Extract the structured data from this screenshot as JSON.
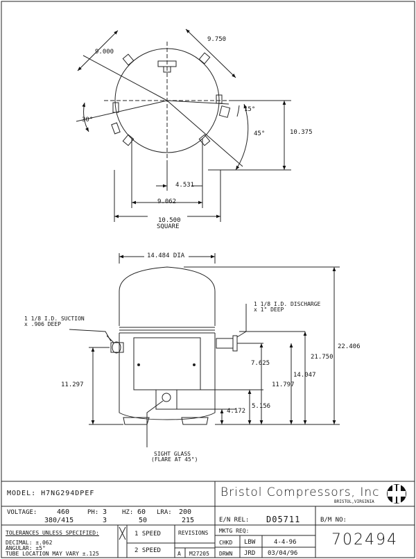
{
  "top_view": {
    "dims": {
      "d_9000": "9.000",
      "d_9750": "9.750",
      "d_15deg": "15°",
      "d_30deg": "30°",
      "d_45deg": "45°",
      "d_10375": "10.375",
      "d_4531": "4.531",
      "d_9062": "9.062",
      "d_10500": "10.500",
      "square": "SQUARE"
    }
  },
  "side_view": {
    "dims": {
      "dia": "14.484 DIA",
      "d_22406": "22.406",
      "d_21750": "21.750",
      "d_14047": "14.047",
      "d_11797": "11.797",
      "d_7625": "7.625",
      "d_5156": "5.156",
      "d_4172": "4.172",
      "d_11297": "11.297"
    },
    "notes": {
      "suction_1": "1 1/8 I.D. SUCTION",
      "suction_2": "x .906 DEEP",
      "discharge_1": "1 1/8 I.D. DISCHARGE",
      "discharge_2": "x 1\" DEEP",
      "sight_1": "SIGHT GLASS",
      "sight_2": "(FLARE AT 45°)"
    }
  },
  "title_block": {
    "model": "MODEL: H7NG294DPEF",
    "company": "Bristol Compressors, Inc",
    "company_sub": "BRISTOL,VIRGINIA",
    "voltage_label": "VOLTAGE:",
    "voltage_1": "460",
    "voltage_2": "380/415",
    "ph_label": "PH:",
    "ph_1": "3",
    "ph_2": "3",
    "hz_label": "HZ:",
    "hz_1": "60",
    "hz_2": "50",
    "lra_label": "LRA:",
    "lra_1": "200",
    "lra_2": "215",
    "en_rel_label": "E/N REL:",
    "en_rel_value": "D05711",
    "bm_no_label": "B/M NO:",
    "bm_no_value": "702494",
    "tolerances_header": "TOLERANCES UNLESS SPECIFIED:",
    "tol_1": "DECIMAL: ±.062",
    "tol_2": "ANGULAR: ±5°",
    "tol_3": "TUBE LOCATION MAY VARY ±.125",
    "x_mark": "X",
    "speed_1": "1 SPEED",
    "speed_2": "2 SPEED",
    "revisions": "REVISIONS",
    "rev_letter": "A",
    "rev_code": "M27205",
    "mktg_req": "MKTG REQ:",
    "chkd_label": "CHKD",
    "chkd_by": "LBW",
    "chkd_date": "4-4-96",
    "drwn_label": "DRWN",
    "drwn_by": "JRD",
    "drwn_date": "03/04/96"
  }
}
